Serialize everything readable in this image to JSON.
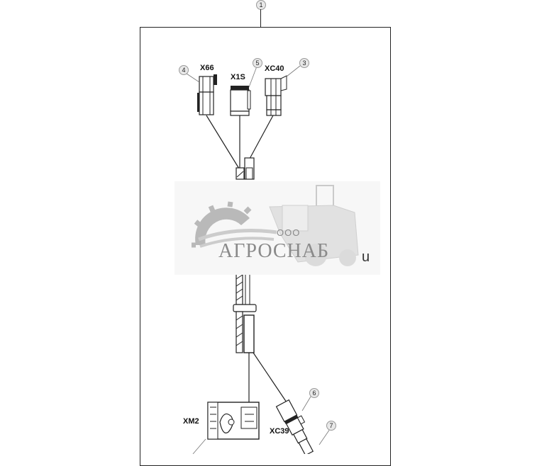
{
  "diagram": {
    "type": "wiring harness exploded parts diagram",
    "frame_callout": "1",
    "connectors": [
      {
        "id": "X66",
        "label": "X66",
        "callout": "4"
      },
      {
        "id": "X1S",
        "label": "X1S",
        "callout": "5"
      },
      {
        "id": "XC40",
        "label": "XC40",
        "callout": "3"
      },
      {
        "id": "XM2",
        "label": "XM2",
        "callout": ""
      },
      {
        "id": "XC39",
        "label": "XC39",
        "callout": "6"
      }
    ],
    "extra_callouts": [
      "7"
    ],
    "watermark": {
      "prefix": "ООО",
      "name": "АГРОСНАБ"
    },
    "stray_text": "u"
  }
}
